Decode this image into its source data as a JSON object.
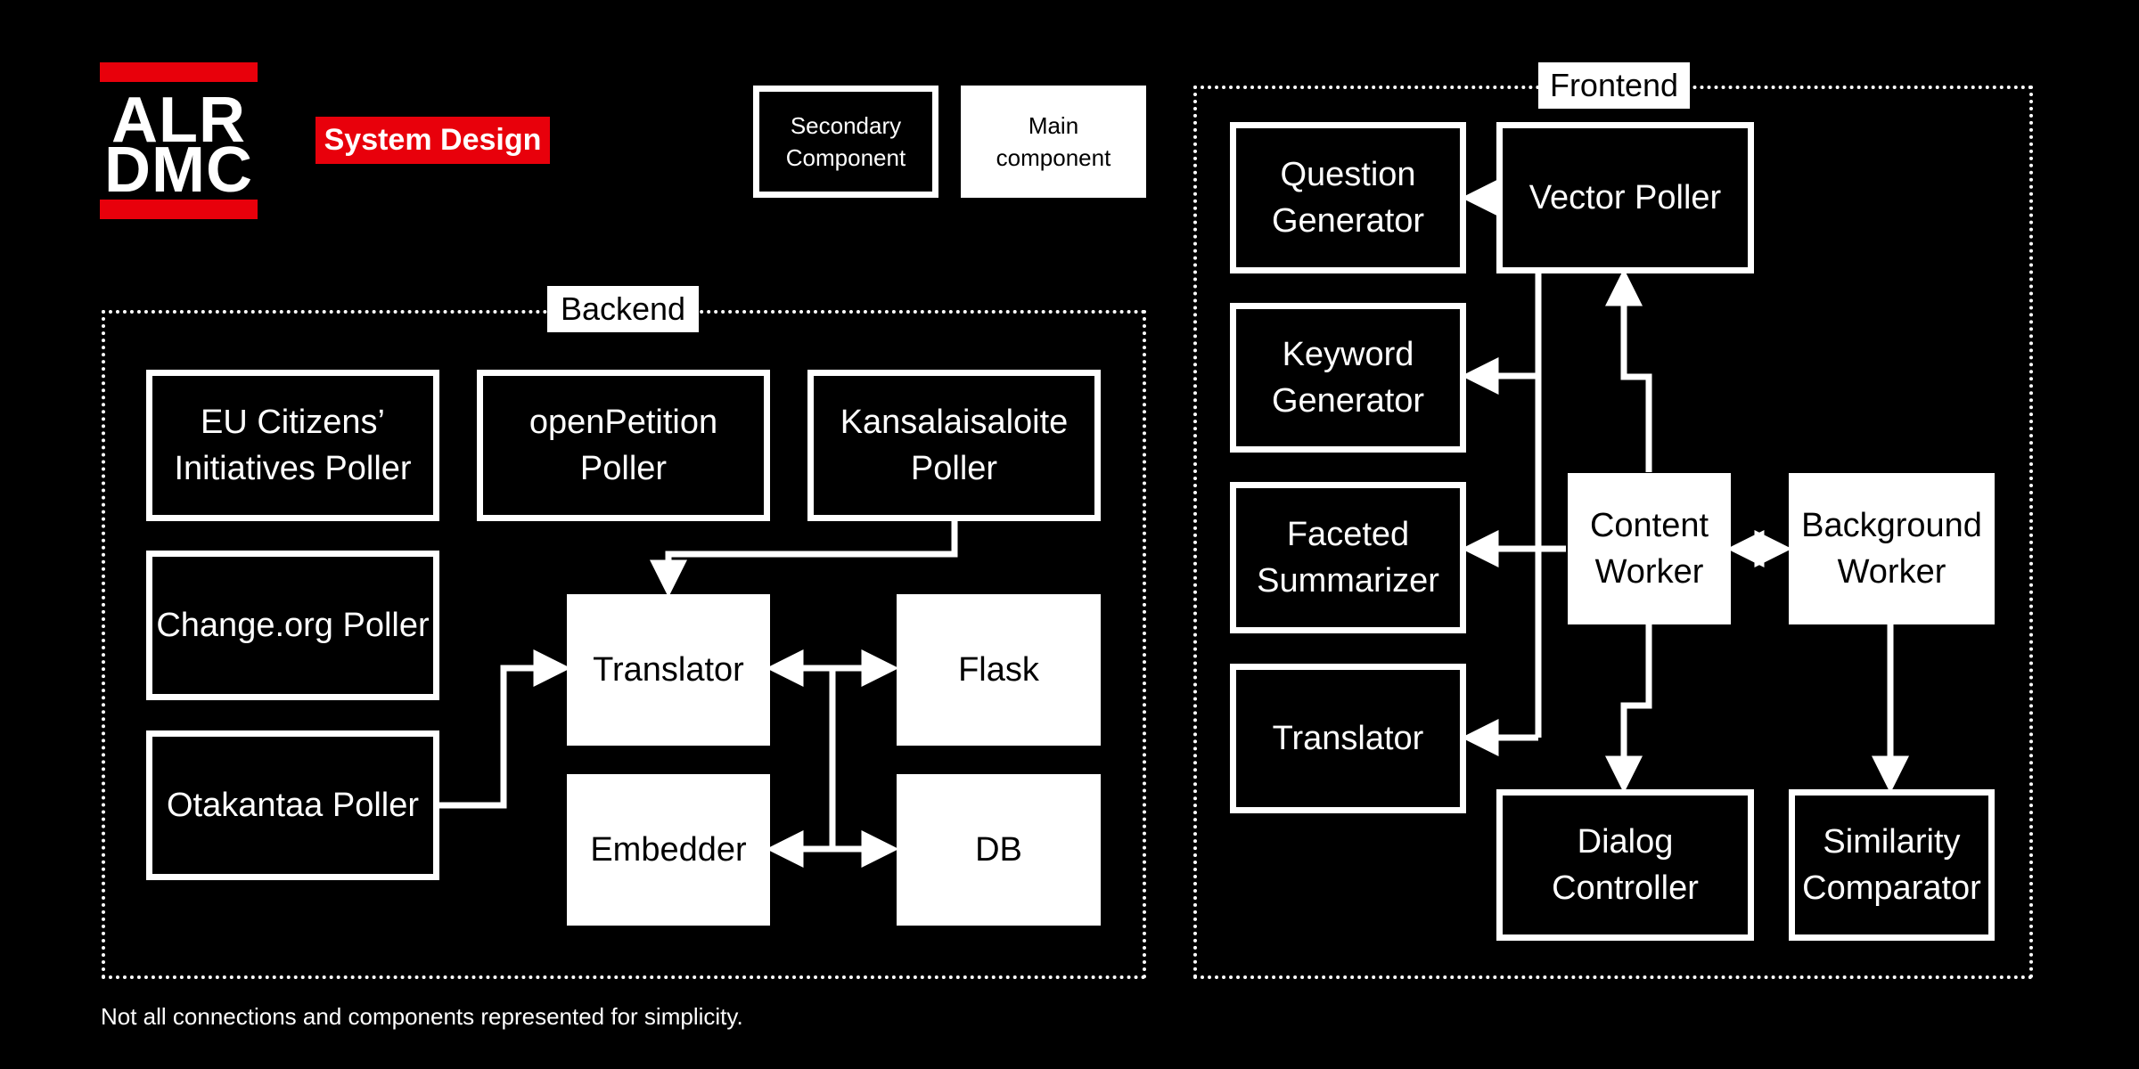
{
  "logo": {
    "line1": "ALR",
    "line2": "DMC"
  },
  "title": "System Design",
  "legend": {
    "secondary": "Secondary\nComponent",
    "main": "Main\ncomponent"
  },
  "backend": {
    "label": "Backend",
    "eu_poller": "EU Citizens’\nInitiatives Poller",
    "openpetition_poller": "openPetition\nPoller",
    "kansalaisaloite_poller": "Kansalaisaloite\nPoller",
    "changeorg_poller": "Change.org Poller",
    "otakantaa_poller": "Otakantaa Poller",
    "translator": "Translator",
    "flask": "Flask",
    "embedder": "Embedder",
    "db": "DB"
  },
  "frontend": {
    "label": "Frontend",
    "question_generator": "Question\nGenerator",
    "vector_poller": "Vector Poller",
    "keyword_generator": "Keyword\nGenerator",
    "faceted_summarizer": "Faceted\nSummarizer",
    "translator": "Translator",
    "content_worker": "Content\nWorker",
    "background_worker": "Background\nWorker",
    "dialog_controller": "Dialog\nController",
    "similarity_comparator": "Similarity\nComparator"
  },
  "footnote": "Not all connections and components represented for simplicity.",
  "colors": {
    "accent": "#e8000b",
    "background": "#000000",
    "foreground": "#ffffff"
  }
}
